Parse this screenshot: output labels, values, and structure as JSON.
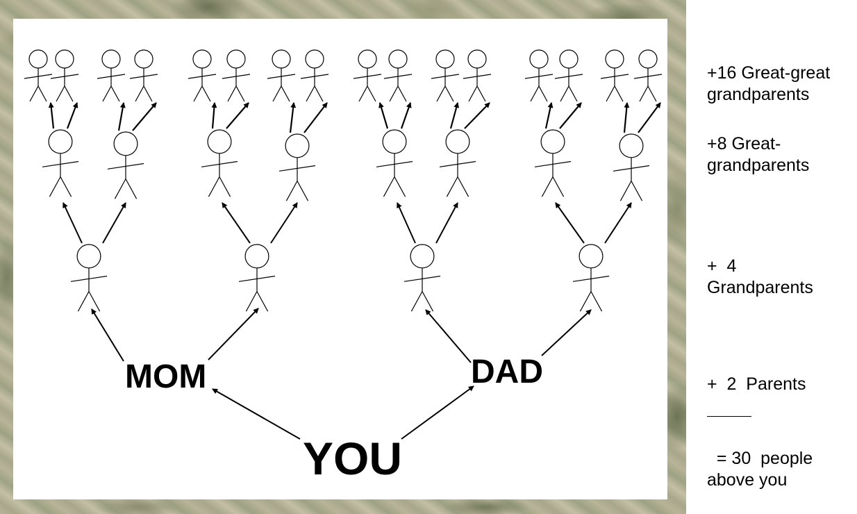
{
  "diagram": {
    "labels": {
      "you": "YOU",
      "mom": "MOM",
      "dad": "DAD"
    },
    "side_totals": {
      "great_great_line1": "+16 Great-great",
      "great_great_line2": "grandparents",
      "great_line1": "+8 Great-",
      "great_line2": "grandparents",
      "grand_line1": "+  4",
      "grand_line2": "Grandparents",
      "parents": "+  2  Parents",
      "total_line1": "  = 30  people",
      "total_line2": "above you"
    },
    "figure_counts": {
      "grandparents": 4,
      "great_grandparents": 8,
      "great_great_grandparents": 16
    }
  },
  "colors": {
    "ink": "#000000",
    "panel": "#ffffff",
    "camo": "#a8a78a"
  }
}
